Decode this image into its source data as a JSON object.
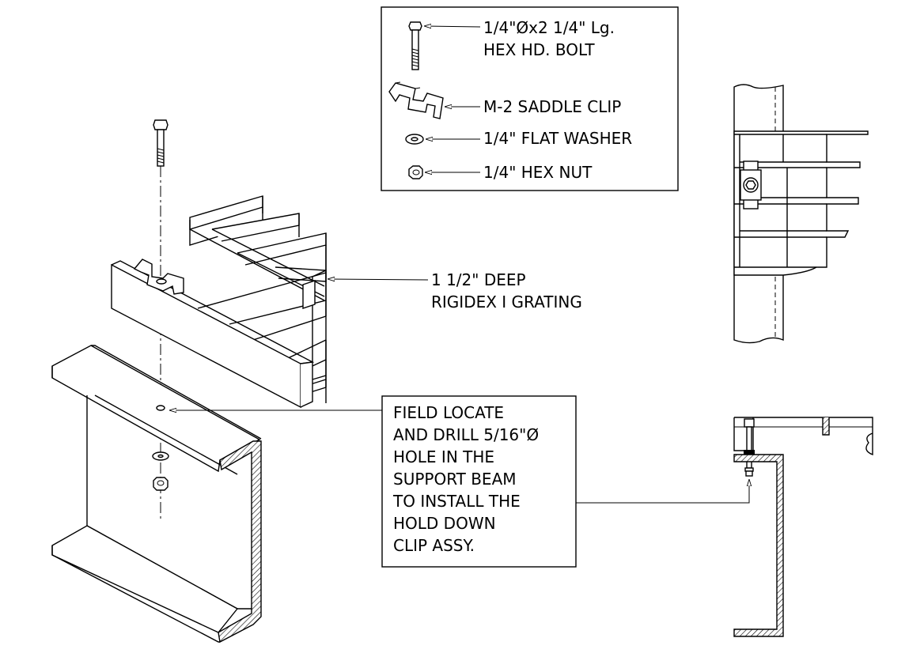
{
  "legend": {
    "bolt": [
      "1/4\"Øx2 1/4\" Lg.",
      "HEX HD. BOLT"
    ],
    "clip": "M-2 SADDLE CLIP",
    "washer": "1/4\" FLAT WASHER",
    "nut": "1/4\" HEX NUT"
  },
  "grating_label": [
    "1 1/2\" DEEP",
    "RIGIDEX I GRATING"
  ],
  "field_note": [
    "FIELD LOCATE",
    "AND DRILL 5/16\"Ø",
    "HOLE IN THE",
    "SUPPORT BEAM",
    "TO INSTALL THE",
    "HOLD DOWN",
    "CLIP ASSY."
  ],
  "icons": [
    "bolt-icon",
    "saddle-clip-icon",
    "washer-icon",
    "hex-nut-icon",
    "arrow-icon"
  ]
}
